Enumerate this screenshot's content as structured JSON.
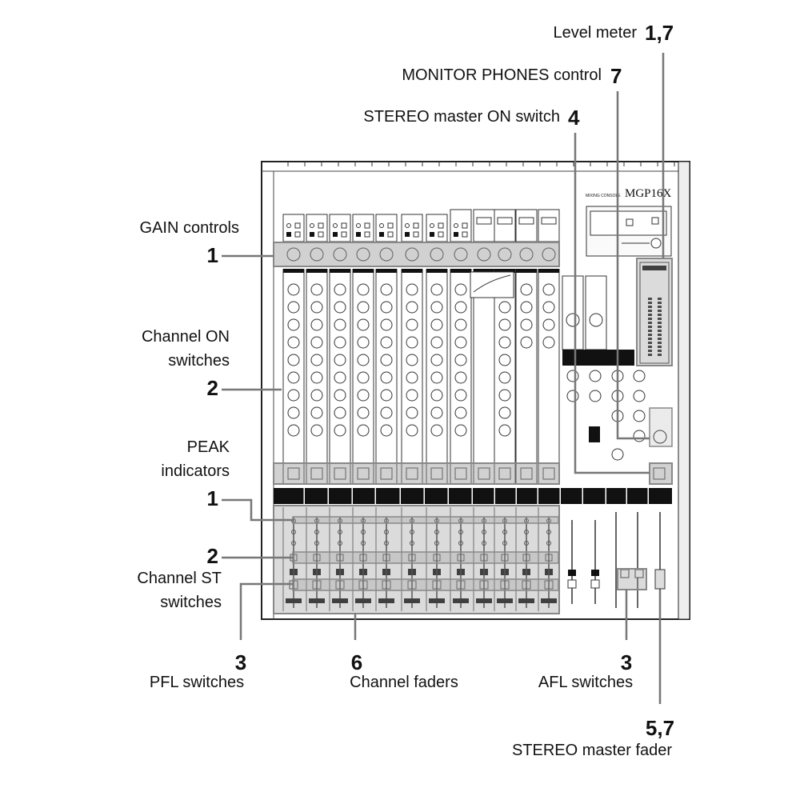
{
  "model_label": "MGP16X",
  "console_label": "MIXING CONSOLE",
  "callouts": {
    "level_meter": {
      "text": "Level meter",
      "num": "1,7"
    },
    "monitor_phones": {
      "text": "MONITOR PHONES control",
      "num": "7"
    },
    "stereo_on": {
      "text": "STEREO master ON switch",
      "num": "4"
    },
    "gain": {
      "text": "GAIN controls",
      "num": "1"
    },
    "channel_on": {
      "line1": "Channel ON",
      "line2": "switches",
      "num": "2"
    },
    "peak": {
      "line1": "PEAK",
      "line2": "indicators",
      "num": "1"
    },
    "channel_st": {
      "line1": "Channel ST",
      "line2": "switches",
      "num": "2"
    },
    "pfl": {
      "text": "PFL switches",
      "num": "3"
    },
    "faders": {
      "text": "Channel faders",
      "num": "6"
    },
    "afl": {
      "text": "AFL switches",
      "num": "3"
    },
    "stereo_fader": {
      "text": "STEREO master fader",
      "num": "5,7"
    }
  }
}
